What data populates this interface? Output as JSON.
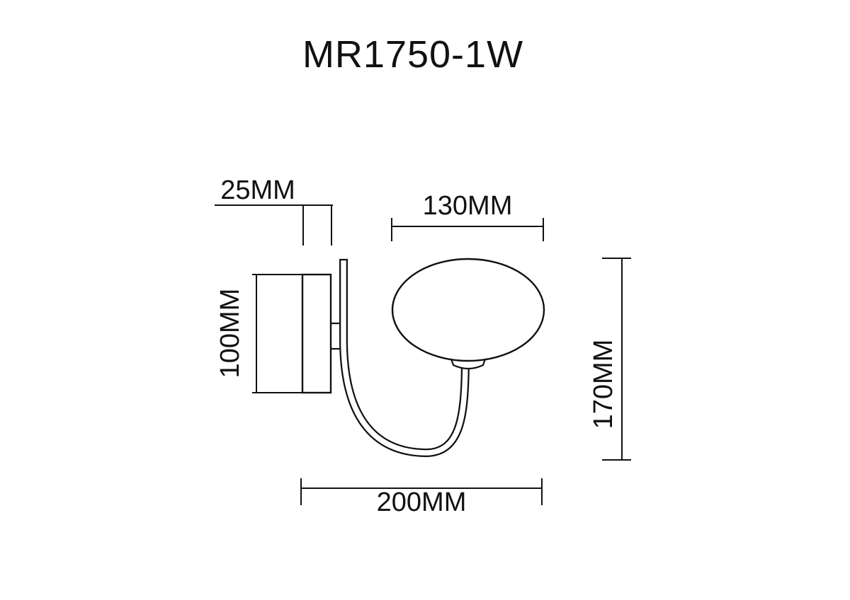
{
  "title": "MR1750-1W",
  "diagram": {
    "product": "wall lamp technical drawing",
    "dim_plate_depth": "25MM",
    "dim_shade_width": "130MM",
    "dim_plate_height": "100MM",
    "dim_overall_height": "170MM",
    "dim_overall_width": "200MM"
  },
  "colors": {
    "line": "#111111",
    "background": "#ffffff"
  }
}
